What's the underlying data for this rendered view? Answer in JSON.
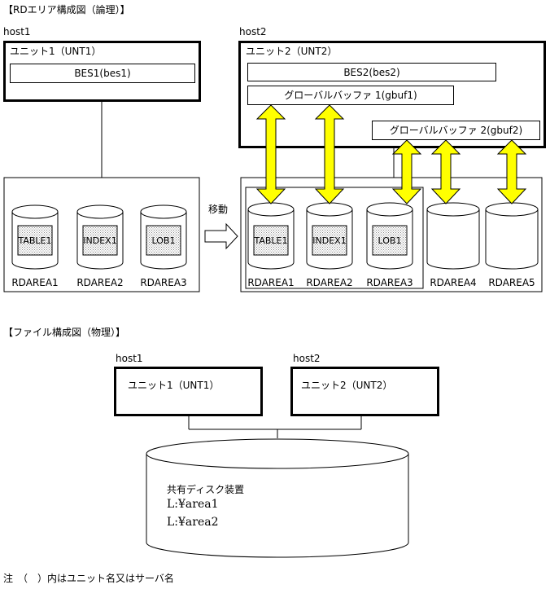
{
  "logical": {
    "title": "【RDエリア構成図（論理）】",
    "host1": {
      "label": "host1",
      "unit": "ユニット1（UNT1）",
      "bes": "BES1(bes1)"
    },
    "host2": {
      "label": "host2",
      "unit": "ユニット2（UNT2）",
      "bes": "BES2(bes2)",
      "gbuf1": "グローバルバッファ 1(gbuf1)",
      "gbuf2": "グローバルバッファ 2(gbuf2)"
    },
    "move_label": "移動",
    "left_areas": [
      {
        "name": "RDAREA1",
        "content": "TABLE1"
      },
      {
        "name": "RDAREA2",
        "content": "INDEX1"
      },
      {
        "name": "RDAREA3",
        "content": "LOB1"
      }
    ],
    "right_areas": [
      {
        "name": "RDAREA1",
        "content": "TABLE1"
      },
      {
        "name": "RDAREA2",
        "content": "INDEX1"
      },
      {
        "name": "RDAREA3",
        "content": "LOB1"
      },
      {
        "name": "RDAREA4",
        "content": ""
      },
      {
        "name": "RDAREA5",
        "content": ""
      }
    ],
    "arrow_color": "#ffff00"
  },
  "physical": {
    "title": "【ファイル構成図（物理）】",
    "host1": {
      "label": "host1",
      "unit": "ユニット1（UNT1）"
    },
    "host2": {
      "label": "host2",
      "unit": "ユニット2（UNT2）"
    },
    "disk": {
      "label": "共有ディスク装置",
      "path1": "L:¥area1",
      "path2": "L:¥area2"
    }
  },
  "note": "注　（　）内はユニット名又はサーバ名"
}
